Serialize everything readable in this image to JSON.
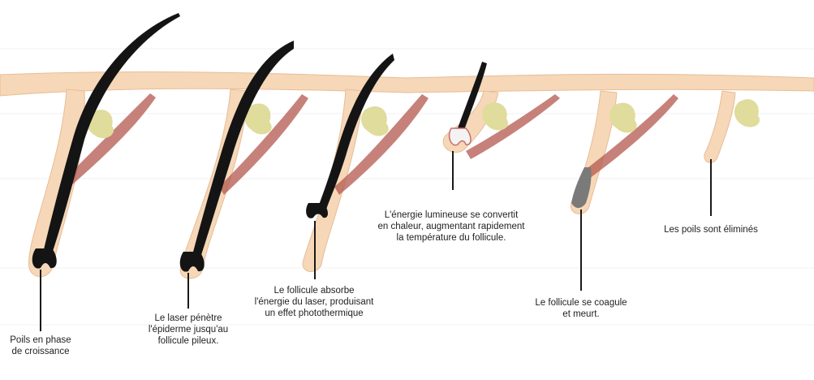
{
  "colors": {
    "skin": "#f6d7b7",
    "skin_dark": "#e8bd97",
    "hair": "#141414",
    "gland": "#dfdc9c",
    "muscle": "#b3584d",
    "coagulated": "#7a7a7a",
    "leader": "#1a1a1a"
  },
  "stages": [
    {
      "label": "Poils en phase\nde croissance"
    },
    {
      "label": "Le laser pénètre\nl'épiderme jusqu'au\nfollicule pileux."
    },
    {
      "label": "Le follicule absorbe\nl'énergie du laser, produisant\nun effet photothermique"
    },
    {
      "label": "L'énergie lumineuse se convertit\nen chaleur, augmentant rapidement\nla température du follicule."
    },
    {
      "label": "Le follicule se coagule\net meurt."
    },
    {
      "label": "Les poils sont éliminés"
    }
  ]
}
